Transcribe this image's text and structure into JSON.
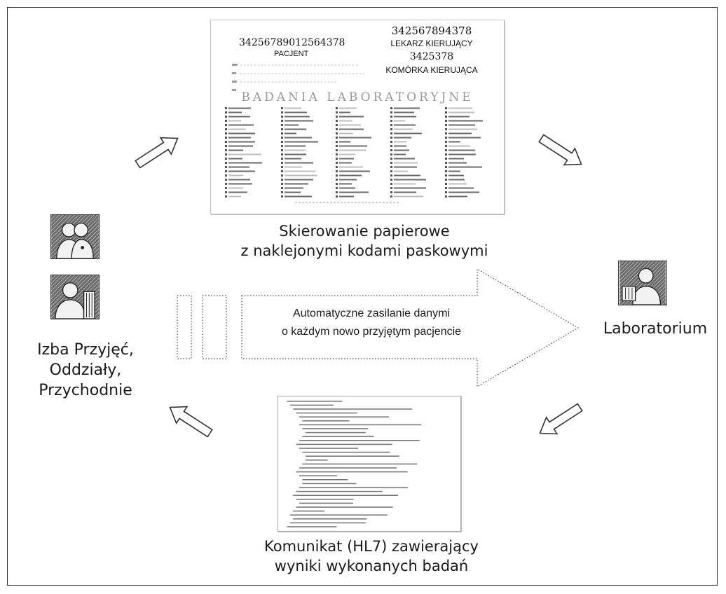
{
  "referral": {
    "barcode_patient": "34256789012564378",
    "label_patient": "PACJENT",
    "barcode_doctor": "342567894378",
    "label_doctor": "LEKARZ KIERUJĄCY",
    "barcode_unit": "3425378",
    "label_unit": "KOMÓRKA KIERUJĄCA",
    "form_title": "BADANIA LABORATORYJNE"
  },
  "captions": {
    "referral_line1": "Skierowanie papierowe",
    "referral_line2": "z naklejonymi kodami paskowymi",
    "flow_line1": "Automatyczne zasilanie danymi",
    "flow_line2": "o każdym nowo przyjętym pacjencie",
    "left_line1": "Izba Przyjęć,",
    "left_line2": "Oddziały,",
    "left_line3": "Przychodnie",
    "right_label": "Laboratorium",
    "message_line1": "Komunikat (HL7) zawierający",
    "message_line2": "wyniki wykonanych badań"
  },
  "icons": {
    "left_top": "two-people-icon",
    "left_bottom": "person-at-shelf-icon",
    "right": "lab-technician-icon"
  }
}
